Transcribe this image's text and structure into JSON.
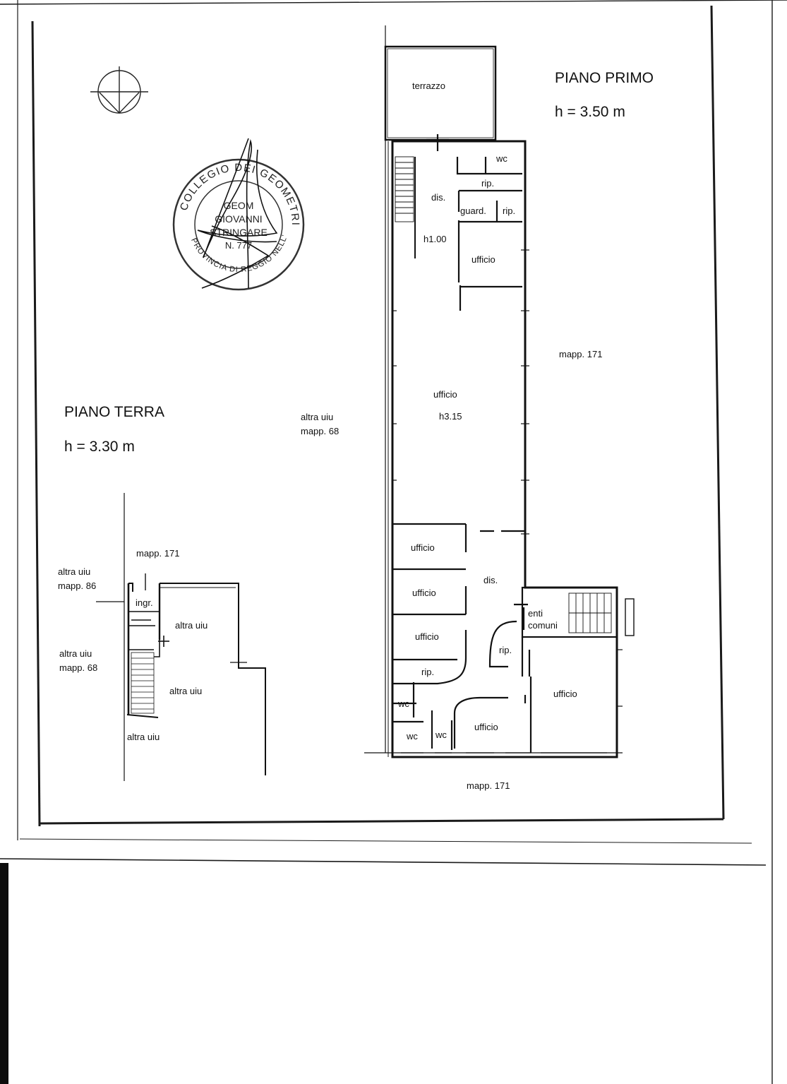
{
  "titles": {
    "first_floor": "PIANO PRIMO",
    "first_floor_height": "h = 3.50 m",
    "ground_floor": "PIANO TERRA",
    "ground_floor_height": "h = 3.30 m"
  },
  "seal": {
    "ring_text": "COLLEGIO DEI GEOMETRI",
    "ring_bottom_text": "PROVINCIA DI REGGIO NELL'EMILIA",
    "line1": "GEOM",
    "line2": "GIOVANNI",
    "line3": "STRINGARE",
    "line4": "N. 777"
  },
  "first_floor_rooms": {
    "terrazzo": "terrazzo",
    "wc_top": "wc",
    "rip_top": "rip.",
    "dis_top": "dis.",
    "guard": "guard.",
    "rip_small": "rip.",
    "h100": "h1.00",
    "ufficio_top": "ufficio",
    "ufficio_main": "ufficio",
    "h315": "h3.15",
    "ufficio_a": "ufficio",
    "ufficio_b": "ufficio",
    "ufficio_c": "ufficio",
    "dis_bottom": "dis.",
    "enti": "enti",
    "comuni": "comuni",
    "rip_mid": "rip.",
    "rip_left": "rip.",
    "ufficio_right": "ufficio",
    "wc_1": "wc",
    "wc_2": "wc",
    "wc_3": "wc",
    "ufficio_bottom": "ufficio"
  },
  "first_floor_context": {
    "altra_uiu": "altra uiu",
    "mapp_68": "mapp. 68",
    "mapp_171_right": "mapp. 171",
    "mapp_171_bottom": "mapp. 171"
  },
  "ground_floor_rooms": {
    "ingr": "ingr.",
    "altra_uiu_1": "altra uiu",
    "altra_uiu_2": "altra uiu",
    "altra_uiu_3": "altra uiu"
  },
  "ground_floor_context": {
    "mapp_171": "mapp. 171",
    "altra_uiu_86": "altra uiu",
    "mapp_86": "mapp. 86",
    "altra_uiu_68": "altra uiu",
    "mapp_68": "mapp. 68"
  }
}
